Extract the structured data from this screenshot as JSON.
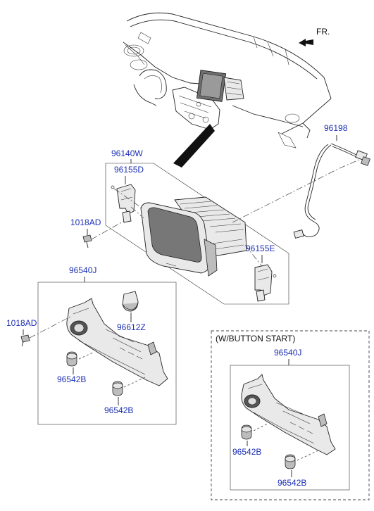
{
  "direction_label": "FR.",
  "labels": {
    "l96198": "96198",
    "l96140w": "96140W",
    "l96155d": "96155D",
    "l1018ad_a": "1018AD",
    "l96155e": "96155E",
    "l96540j_a": "96540J",
    "l1018ad_b": "1018AD",
    "l96612z": "96612Z",
    "l96542b_a": "96542B",
    "l96542b_b": "96542B",
    "variant_title": "(W/BUTTON START)",
    "l96540j_b": "96540J",
    "l96542b_c": "96542B",
    "l96542b_d": "96542B"
  }
}
